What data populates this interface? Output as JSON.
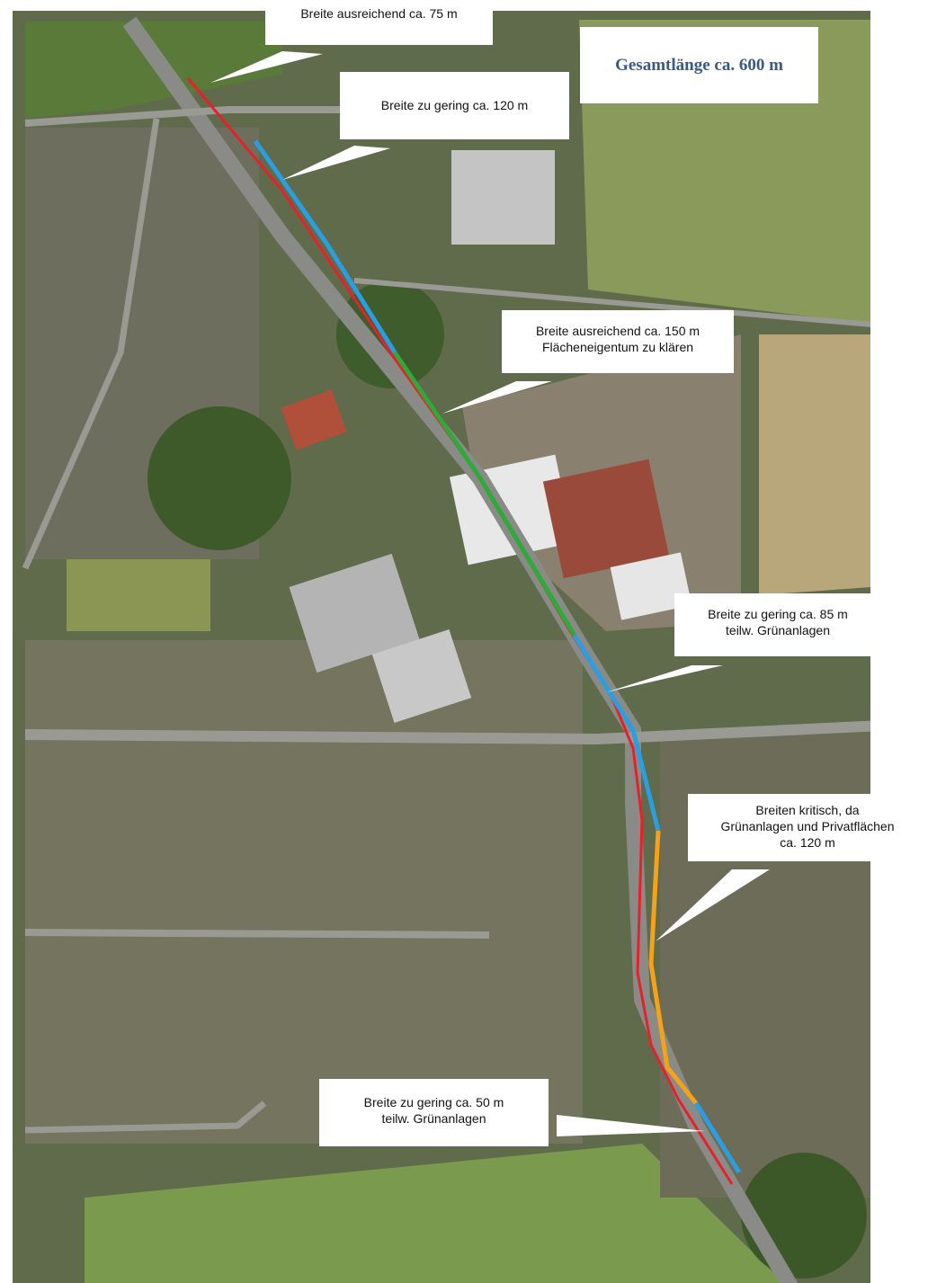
{
  "colors": {
    "route_red": "#e8202a",
    "segment_sufficient": "#2eaa3a",
    "segment_too_narrow": "#2a9ee0",
    "segment_critical": "#f5a21a",
    "total_text": "#3a5a86"
  },
  "total_length": "Gesamtlänge ca. 600 m",
  "callouts": [
    {
      "id": "callout-1",
      "lines": [
        "Breite ausreichend ca. 75 m"
      ]
    },
    {
      "id": "callout-2",
      "lines": [
        "Breite zu gering ca. 120 m"
      ]
    },
    {
      "id": "callout-3",
      "lines": [
        "Breite ausreichend ca. 150 m",
        "Flächeneigentum zu klären"
      ]
    },
    {
      "id": "callout-4",
      "lines": [
        "Breite zu gering ca. 85 m",
        "teilw. Grünanlagen"
      ]
    },
    {
      "id": "callout-5",
      "lines": [
        "Breiten kritisch, da",
        "Grünanlagen und Privatflächen",
        "ca. 120 m"
      ]
    },
    {
      "id": "callout-6",
      "lines": [
        "Breite zu gering ca. 50 m",
        "teilw. Grünanlagen"
      ]
    }
  ]
}
